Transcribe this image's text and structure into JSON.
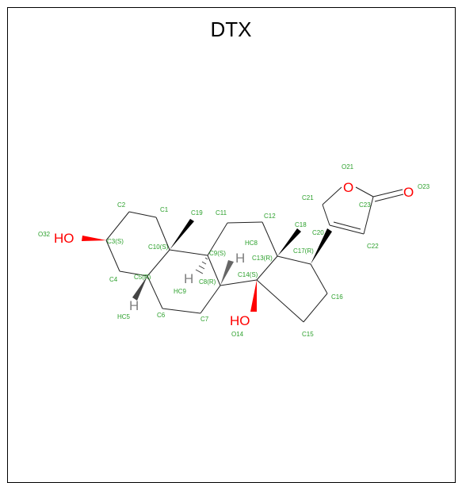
{
  "title": "DTX",
  "colors": {
    "bond": "#222222",
    "oxygen": "#ff0000",
    "hydrogen": "#808080",
    "label": "#2ca02c"
  },
  "hetero_labels": {
    "ho_left": "HO",
    "oh_bottom": "HO",
    "h_c9": "H",
    "h_c8": "H",
    "h_c5": "H",
    "o_ring": "O",
    "o_carbonyl": "O"
  },
  "atom_labels": {
    "C1": "C1",
    "C2": "C2",
    "C3": "C3(S)",
    "C4": "C4",
    "C5": "C5(R)",
    "C6": "C6",
    "C7": "C7",
    "C8": "C8(R)",
    "C9": "C9(S)",
    "C10": "C10(S)",
    "C11": "C11",
    "C12": "C12",
    "C13": "C13(R)",
    "C14": "C14(S)",
    "C15": "C15",
    "C16": "C16",
    "C17": "C17(R)",
    "C18": "C18",
    "C19": "C19",
    "C20": "C20",
    "C21": "C21",
    "C22": "C22",
    "C23": "C23",
    "O14": "O14",
    "O21": "O21",
    "O23": "O23",
    "O32": "O32",
    "HC5": "HC5",
    "HC8": "HC8",
    "HC9": "HC9"
  }
}
